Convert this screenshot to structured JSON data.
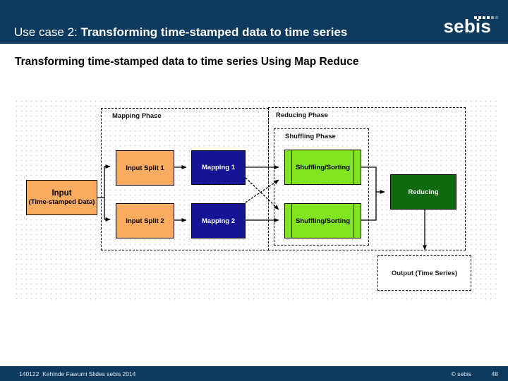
{
  "header": {
    "title_prefix": "Use case 2: ",
    "title_emphasis": "Transforming time-stamped data to time series",
    "logo_text": "sebis"
  },
  "slide_title": "Transforming time-stamped data to time series Using Map Reduce",
  "diagram": {
    "phase_labels": {
      "mapping": "Mapping Phase",
      "reducing": "Reducing Phase",
      "shuffling": "Shuffling Phase"
    },
    "nodes": {
      "input_title": "Input",
      "input_subtitle": "(Time-stamped Data)",
      "input_split_1": "Input Split 1",
      "input_split_2": "Input Split 2",
      "mapping_1": "Mapping 1",
      "mapping_2": "Mapping 2",
      "shuffling_sorting_1": "Shuffling/Sorting",
      "shuffling_sorting_2": "Shuffling/Sorting",
      "reducing": "Reducing",
      "output": "Output (Time Series)"
    }
  },
  "footer": {
    "left_text": "140122  Kehinde Fawumi Slides sebis 2014",
    "copyright": "© sebis",
    "page_number": "48"
  },
  "colors": {
    "header_bar": "#0d3a5e",
    "orange_node": "#f9ab5f",
    "blue_node": "#141495",
    "green_node": "#80e420",
    "dark_green_node": "#0f6a0f",
    "title_text": "#000000"
  }
}
